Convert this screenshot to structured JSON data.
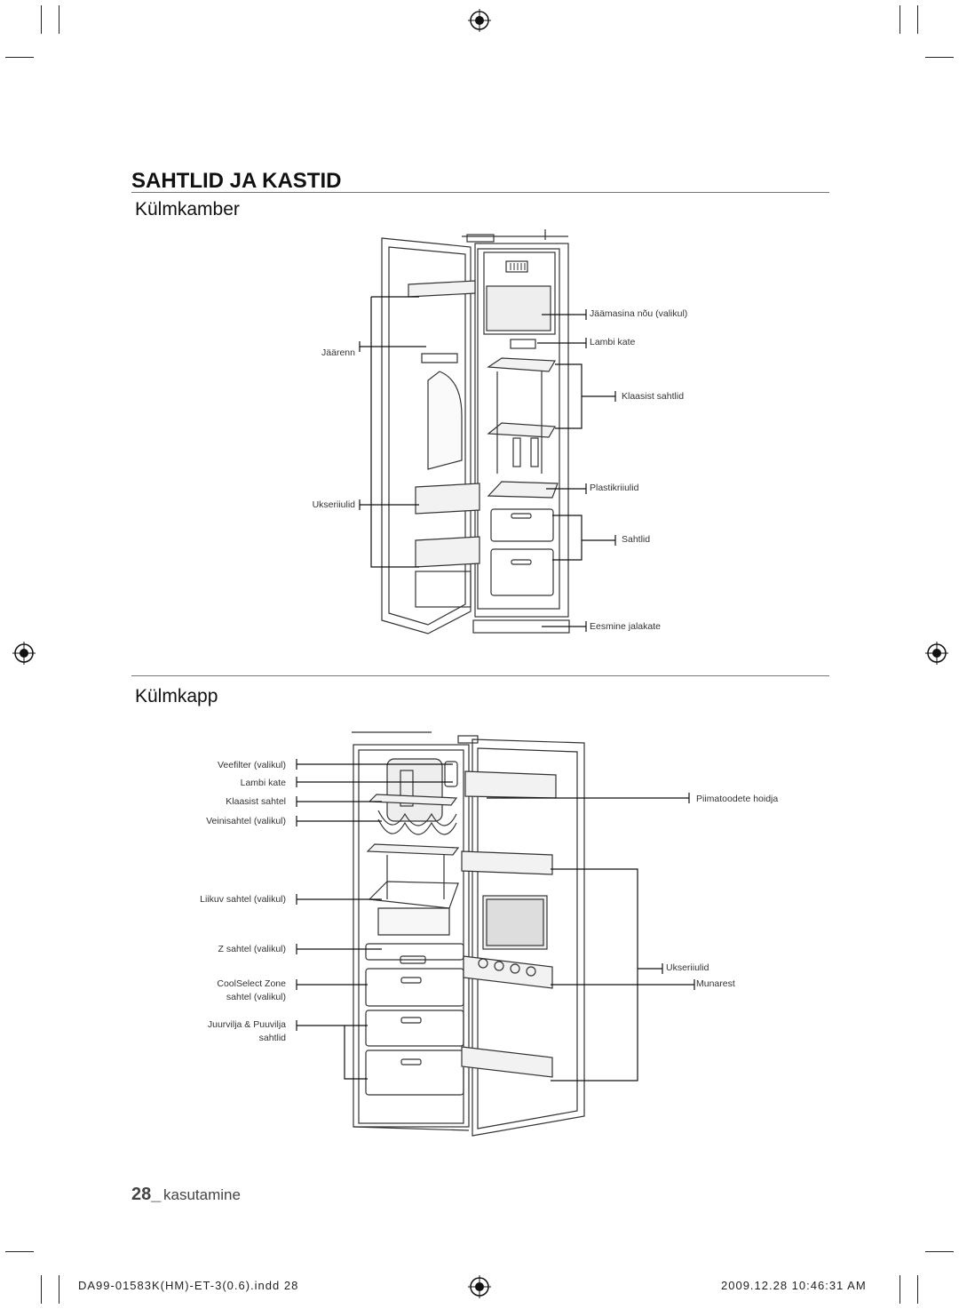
{
  "page": {
    "title": "SAHTLID JA KASTID",
    "section1": "Külmkamber",
    "section2": "Külmkapp",
    "page_number": "28_",
    "page_section": "kasutamine",
    "file_name": "DA99-01583K(HM)-ET-3(0.6).indd   28",
    "timestamp": "2009.12.28   10:46:31 AM"
  },
  "fridge_labels": {
    "left": {
      "jaarenn": "Jäärenn",
      "ukseriiulid": "Ukseriiulid"
    },
    "right": {
      "jaamasina": "Jäämasina nõu (valikul)",
      "lambi_kate": "Lambi kate",
      "klaasist_sahtlid": "Klaasist sahtlid",
      "plastikriiulid": "Plastikriiulid",
      "sahtlid": "Sahtlid",
      "eesmine_jalakate": "Eesmine jalakate"
    }
  },
  "refrigerator_labels": {
    "left": {
      "veefilter": "Veefilter (valikul)",
      "lambi_kate": "Lambi kate",
      "klaasist_sahtel": "Klaasist sahtel",
      "veinisahtel": "Veinisahtel (valikul)",
      "liikuv_sahtel": "Liikuv sahtel (valikul)",
      "z_sahtel": "Z sahtel (valikul)",
      "coolselect_line1": "CoolSelect Zone",
      "coolselect_line2": "sahtel (valikul)",
      "juurvilja_line1": "Juurvilja & Puuvilja",
      "juurvilja_line2": "sahtlid"
    },
    "right": {
      "piimatoodete": "Piimatoodete hoidja",
      "ukseriiulid": "Ukseriiulid",
      "munarest": "Munarest"
    }
  }
}
